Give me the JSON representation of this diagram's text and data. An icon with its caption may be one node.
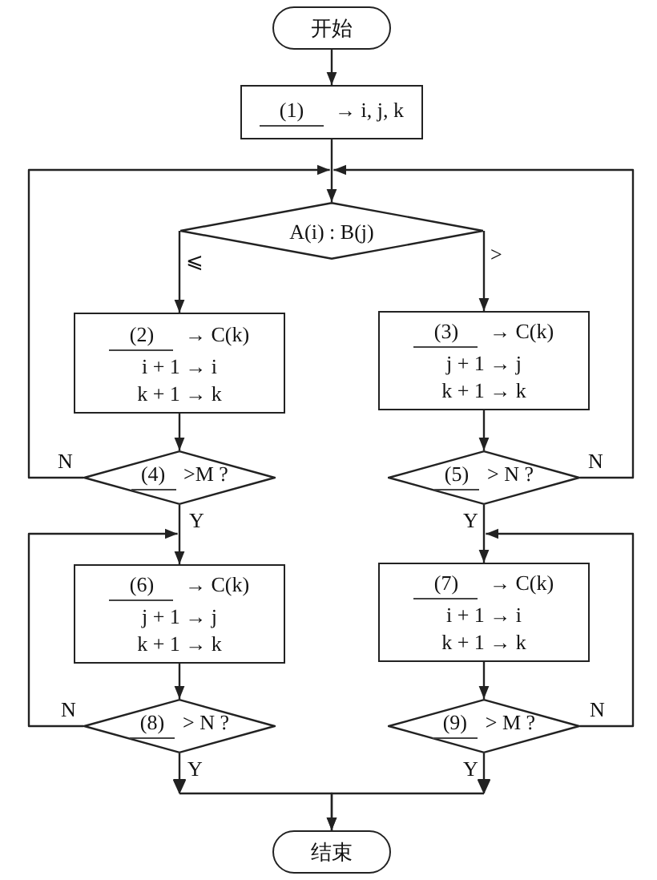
{
  "diagram": {
    "nodes": [
      {
        "text": [
          "开始"
        ]
      },
      {
        "text": [
          "(1)",
          "→ i, j, k"
        ]
      },
      {
        "text": [
          "A(i) : B(j)"
        ]
      },
      {
        "text": [
          "(2)",
          "→ C(k)",
          "i + 1 → i",
          "k + 1 → k"
        ]
      },
      {
        "text": [
          "(3)",
          "→ C(k)",
          "j + 1 → j",
          "k + 1 → k"
        ]
      },
      {
        "text": [
          "(4)",
          ">M ?"
        ]
      },
      {
        "text": [
          "(5)",
          "> N ?"
        ]
      },
      {
        "text": [
          "(6)",
          "→ C(k)",
          "j + 1 → j",
          "k + 1 → k"
        ]
      },
      {
        "text": [
          "(7)",
          "→ C(k)",
          "i + 1 → i",
          "k + 1 → k"
        ]
      },
      {
        "text": [
          "(8)",
          "> N ?"
        ]
      },
      {
        "text": [
          "(9)",
          "> M ?"
        ]
      },
      {
        "text": [
          "结束"
        ]
      }
    ],
    "edges": [
      {
        "from": 0,
        "to": 1,
        "arrow": "to"
      },
      {
        "from": 1,
        "to": 2,
        "arrow": "to"
      },
      {
        "from": 2,
        "to": 3,
        "arrow": "to",
        "label": "⩽"
      },
      {
        "from": 2,
        "to": 4,
        "arrow": "to",
        "label": ">"
      },
      {
        "from": 3,
        "to": 5,
        "arrow": "to"
      },
      {
        "from": 4,
        "to": 6,
        "arrow": "to"
      },
      {
        "from": 5,
        "to": 2,
        "arrow": "to",
        "label": "N"
      },
      {
        "from": 6,
        "to": 2,
        "arrow": "to",
        "label": "N"
      },
      {
        "from": 5,
        "to": 7,
        "arrow": "to",
        "label": "Y"
      },
      {
        "from": 6,
        "to": 8,
        "arrow": "to",
        "label": "Y"
      },
      {
        "from": 7,
        "to": 9,
        "arrow": "to"
      },
      {
        "from": 8,
        "to": 10,
        "arrow": "to"
      },
      {
        "from": 9,
        "to": 7,
        "arrow": "to",
        "label": "N"
      },
      {
        "from": 10,
        "to": 8,
        "arrow": "to",
        "label": "N"
      },
      {
        "from": 9,
        "to": 11,
        "arrow": "to",
        "label": "Y"
      },
      {
        "from": 10,
        "to": 11,
        "arrow": "to",
        "label": "Y"
      }
    ]
  }
}
